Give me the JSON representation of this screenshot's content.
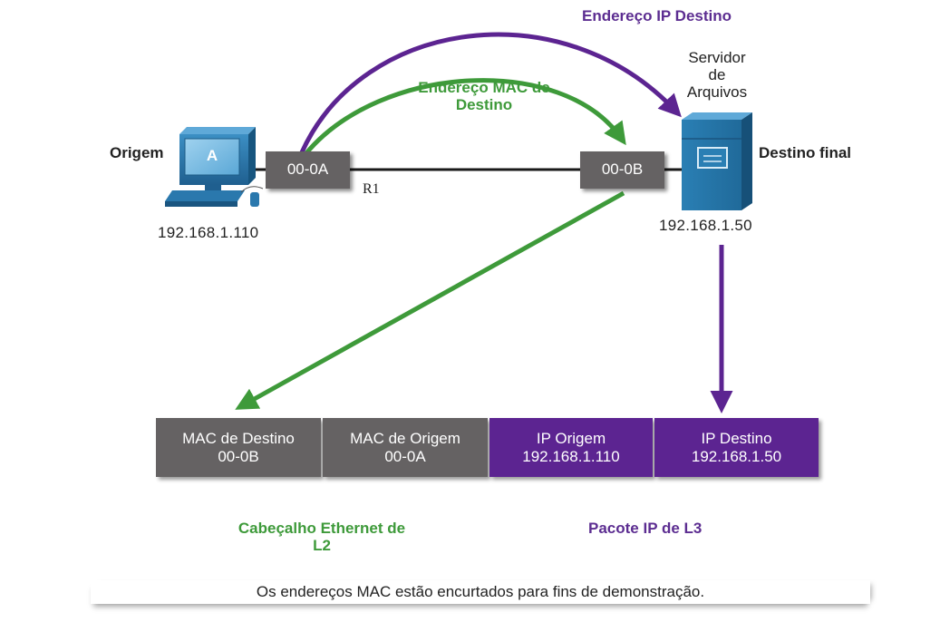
{
  "labels": {
    "source": "Origem",
    "final_destination": "Destino final",
    "server_title": [
      "Servidor",
      "de",
      "Arquivos"
    ],
    "pc_letter": "A",
    "router": "R1",
    "dest_ip_arrow": "Endereço IP Destino",
    "dest_mac_arrow": [
      "Endereço MAC de",
      "Destino"
    ],
    "l2_header": [
      "Cabeçalho Ethernet de",
      "L2"
    ],
    "l3_packet": "Pacote IP de L3",
    "footnote": "Os endereços MAC estão encurtados para fins de demonstração."
  },
  "hosts": {
    "source_ip": "192.168.1.110",
    "dest_ip": "192.168.1.50"
  },
  "router_ports": {
    "left_mac": "00-0A",
    "right_mac": "00-0B"
  },
  "frame": [
    {
      "title": "MAC de Destino",
      "value": "00-0B",
      "kind": "l2"
    },
    {
      "title": "MAC de Origem",
      "value": "00-0A",
      "kind": "l2"
    },
    {
      "title": "IP Origem",
      "value": "192.168.1.110",
      "kind": "l3"
    },
    {
      "title": "IP Destino",
      "value": "192.168.1.50",
      "kind": "l3"
    }
  ],
  "colors": {
    "l2_green": "#3e9a3a",
    "l3_purple": "#5c2491",
    "box_gray": "#656263",
    "device_blue": "#2b7cae"
  }
}
